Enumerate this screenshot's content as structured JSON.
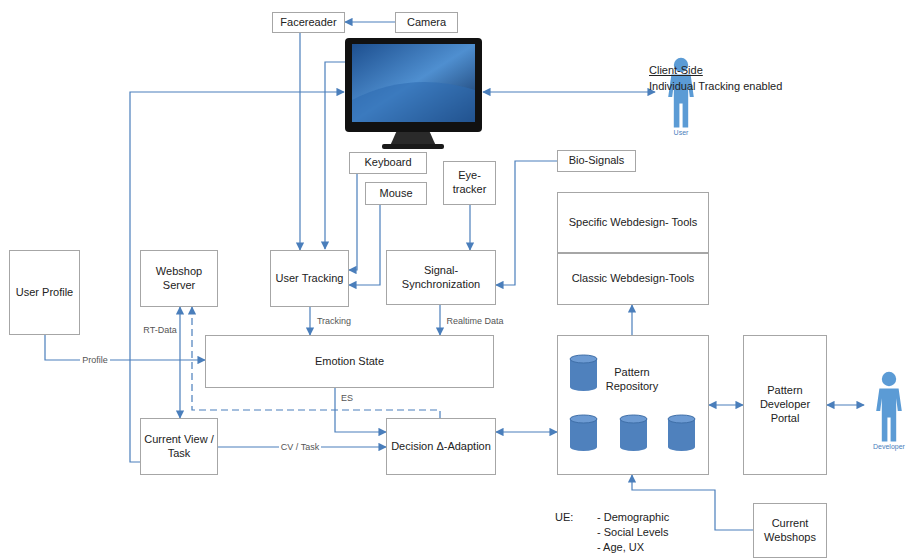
{
  "diagram": {
    "nodes": [
      {
        "text": [
          "Facereader"
        ]
      },
      {
        "text": [
          "Camera"
        ]
      },
      {
        "text": [
          "Keyboard"
        ]
      },
      {
        "text": [
          "Mouse"
        ]
      },
      {
        "text": [
          "Eye- tracker"
        ]
      },
      {
        "text": [
          "Bio-Signals"
        ]
      },
      {
        "text": [
          "User"
        ]
      },
      {
        "text": [
          "User Profile"
        ]
      },
      {
        "text": [
          "Webshop Server"
        ]
      },
      {
        "text": [
          "User Tracking"
        ]
      },
      {
        "text": [
          "Signal- Synchronization"
        ]
      },
      {
        "text": [
          "Specific Webdesign- Tools"
        ]
      },
      {
        "text": [
          "Classic Webdesign-Tools"
        ]
      },
      {
        "text": [
          "Emotion State"
        ]
      },
      {
        "text": [
          "Current View / Task"
        ]
      },
      {
        "text": [
          "Decision Δ-Adaption"
        ]
      },
      {
        "text": [
          "Pattern Repository"
        ]
      },
      {
        "text": [
          "Pattern Developer Portal"
        ]
      },
      {
        "text": [
          "Developer"
        ]
      },
      {
        "text": [
          "Current Webshops"
        ]
      }
    ],
    "edges": [
      {
        "from": 1,
        "to": 0,
        "arrow": "to"
      },
      {
        "from": 0,
        "to": 9,
        "arrow": "to"
      },
      {
        "from": 2,
        "to": 9,
        "arrow": "to"
      },
      {
        "from": 3,
        "to": 9,
        "arrow": "to"
      },
      {
        "from": 4,
        "to": 10,
        "arrow": "to"
      },
      {
        "from": 5,
        "to": 10,
        "arrow": "to"
      },
      {
        "from": 9,
        "to": 13,
        "label": "Tracking",
        "arrow": "to"
      },
      {
        "from": 10,
        "to": 13,
        "label": "Realtime Data",
        "arrow": "to"
      },
      {
        "from": 7,
        "to": 13,
        "label": "Profile",
        "arrow": "to"
      },
      {
        "from": 8,
        "to": 14,
        "label": "RT-Data",
        "arrow": "both"
      },
      {
        "from": 14,
        "to": 15,
        "label": "CV / Task",
        "arrow": "to"
      },
      {
        "from": 13,
        "to": 15,
        "label": "ES",
        "arrow": "to"
      },
      {
        "from": 15,
        "to": 8,
        "arrow": "to"
      },
      {
        "from": 15,
        "to": 16,
        "arrow": "both"
      },
      {
        "from": 16,
        "to": 12,
        "arrow": "to"
      },
      {
        "from": 16,
        "to": 17,
        "arrow": "both"
      },
      {
        "from": 17,
        "to": 18,
        "arrow": "both"
      },
      {
        "from": 19,
        "to": 16,
        "arrow": "to"
      }
    ],
    "labels": [
      "Client-Side",
      "Individual Tracking enabled",
      "UE:",
      "- Demographic",
      "- Social Levels",
      "- Age, UX"
    ]
  }
}
